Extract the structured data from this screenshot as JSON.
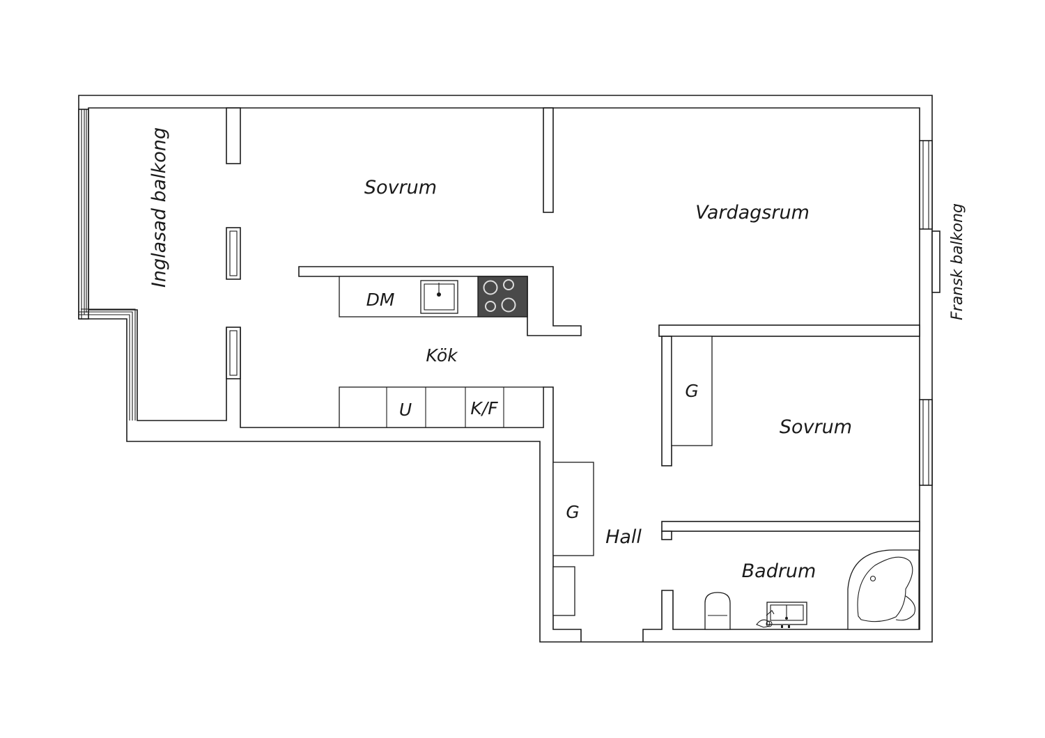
{
  "rooms": {
    "bedroom_top": "Sovrum",
    "living_room": "Vardagsrum",
    "glazed_balcony": "Inglasad balkong",
    "french_balcony": "Fransk balkong",
    "dishwasher": "DM",
    "kitchen": "Kök",
    "oven": "U",
    "fridge_freezer": "K/F",
    "wardrobe_bedroom": "G",
    "bedroom_right": "Sovrum",
    "wardrobe_hall": "G",
    "hall": "Hall",
    "bathroom": "Badrum"
  }
}
